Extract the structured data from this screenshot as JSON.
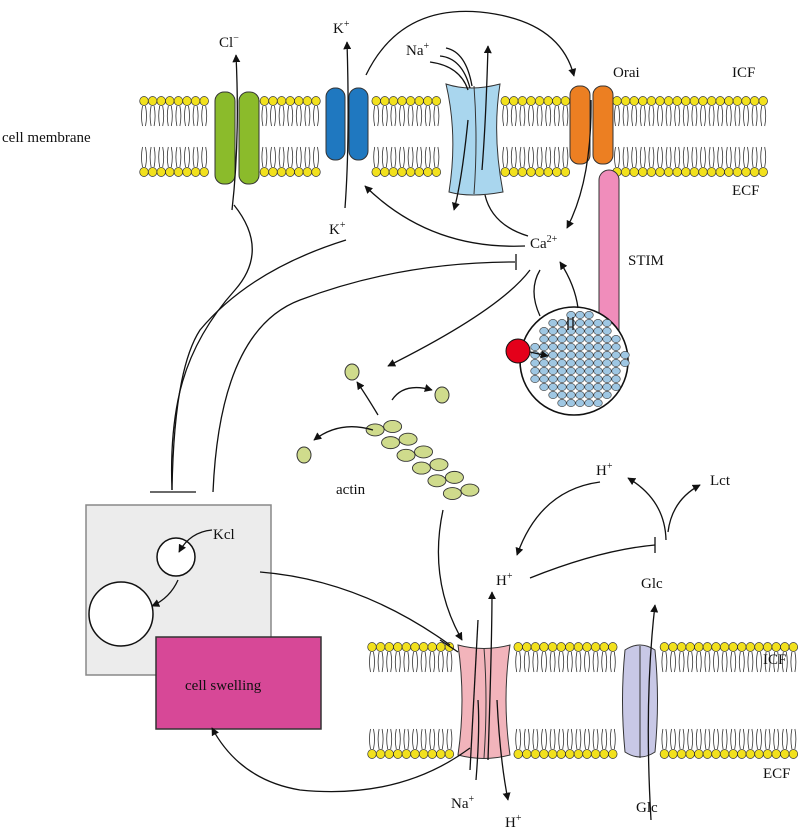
{
  "labels": {
    "cell_membrane": "cell membrane",
    "icf_top": "ICF",
    "ecf_top": "ECF",
    "icf_bottom": "ICF",
    "ecf_bottom": "ECF",
    "orai": "Orai",
    "stim": "STIM",
    "actin": "actin",
    "kcl": "Kcl",
    "cell_swelling": "cell swelling",
    "lct": "Lct",
    "glc_inner": "Glc",
    "glc_outer": "Glc"
  },
  "ions": {
    "cl": {
      "base": "Cl",
      "sup": "−"
    },
    "k_top": {
      "base": "K",
      "sup": "+"
    },
    "k_mid": {
      "base": "K",
      "sup": "+"
    },
    "na_top": {
      "base": "Na",
      "sup": "+"
    },
    "ca": {
      "base": "Ca",
      "sup": "2+"
    },
    "h_top": {
      "base": "H",
      "sup": "+"
    },
    "h_mid": {
      "base": "H",
      "sup": "+"
    },
    "na_bottom": {
      "base": "Na",
      "sup": "+"
    },
    "h_bottom": {
      "base": "H",
      "sup": "+"
    }
  },
  "colors": {
    "lipid_head": "#f2e11d",
    "cl_channel": "#8bbb2b",
    "k_channel": "#1f78c0",
    "na_channel": "#a9d6ee",
    "orai_channel": "#ec7f22",
    "stim": "#f08dbb",
    "store": "#9fc7e3",
    "red_dot": "#e4001a",
    "actin": "#cfdb8c",
    "cell_box": "#ececec",
    "swelling_box": "#d74897",
    "nhe": "#f2b4bb",
    "glut": "#c8c8e6"
  }
}
